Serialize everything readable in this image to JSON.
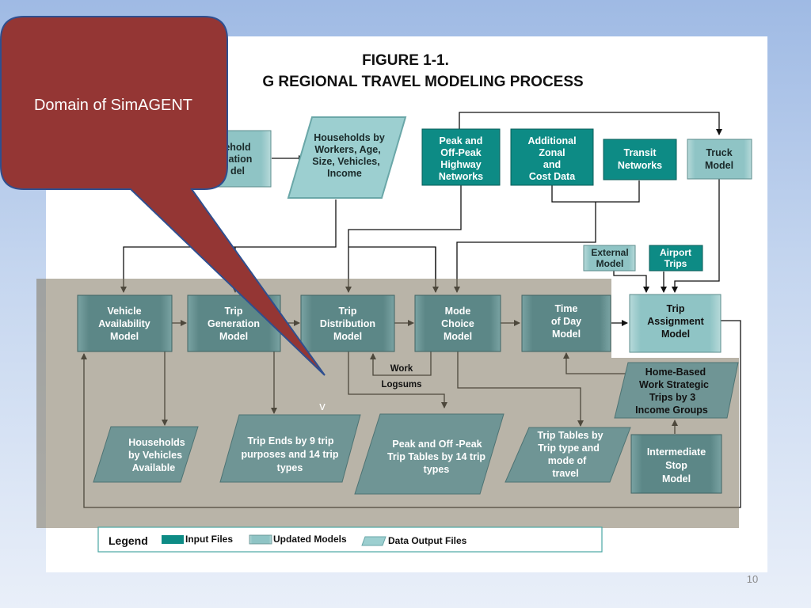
{
  "figure": {
    "title_line1": "FIGURE 1-1.",
    "title_line2": "G REGIONAL TRAVEL MODELING PROCESS"
  },
  "callout": {
    "text": "Domain of SimAGENT",
    "fill": "#943634",
    "stroke": "#2f4f8f"
  },
  "overlay_mark": "v",
  "colors": {
    "input_fill": "#0d8b85",
    "model_fill": "#8cc3c4",
    "model_dark_fill": "#5f8a8a",
    "output_fill": "#6f9595",
    "domain_overlay": "rgba(128,118,96,0.55)"
  },
  "boxes": {
    "household_location": {
      "lines": [
        "ehold",
        "cation",
        "del"
      ]
    },
    "households_by_workers": {
      "lines": [
        "Households by",
        "Workers, Age,",
        "Size, Vehicles,",
        "Income"
      ]
    },
    "highway_networks": {
      "lines": [
        "Peak and",
        "Off-Peak",
        "Highway",
        "Networks"
      ]
    },
    "zonal_cost": {
      "lines": [
        "Additional",
        "Zonal",
        "and",
        "Cost Data"
      ]
    },
    "transit_networks": {
      "lines": [
        "Transit",
        "Networks"
      ]
    },
    "truck_model": {
      "lines": [
        "Truck",
        "Model"
      ]
    },
    "external_model": {
      "lines": [
        "External",
        "Model"
      ]
    },
    "airport_trips": {
      "lines": [
        "Airport",
        "Trips"
      ]
    },
    "vehicle_availability": {
      "lines": [
        "Vehicle",
        "Availability",
        "Model"
      ]
    },
    "trip_generation": {
      "lines": [
        "Trip",
        "Generation",
        "Model"
      ]
    },
    "trip_distribution": {
      "lines": [
        "Trip",
        "Distribution",
        "Model"
      ]
    },
    "mode_choice": {
      "lines": [
        "Mode",
        "Choice",
        "Model"
      ]
    },
    "time_of_day": {
      "lines": [
        "Time",
        "of Day",
        "Model"
      ]
    },
    "trip_assignment": {
      "lines": [
        "Trip",
        "Assignment",
        "Model"
      ]
    },
    "work_logsums": {
      "lines": [
        "Work",
        "Logsums"
      ]
    },
    "home_based_work": {
      "lines": [
        "Home-Based",
        "Work Strategic",
        "Trips by 3",
        "Income Groups"
      ]
    },
    "intermediate_stop": {
      "lines": [
        "Intermediate",
        "Stop",
        "Model"
      ]
    },
    "households_by_vehicles": {
      "lines": [
        "Households",
        "by Vehicles",
        "Available"
      ]
    },
    "trip_ends": {
      "lines": [
        "Trip Ends by 9 trip",
        "purposes and 14 trip",
        "types"
      ]
    },
    "peak_offpeak_tables": {
      "lines": [
        "Peak and Off -Peak",
        "Trip Tables by 14 trip",
        "types"
      ]
    },
    "trip_tables_mode": {
      "lines": [
        "Trip Tables by",
        "Trip type and",
        "mode of",
        "travel"
      ]
    }
  },
  "legend": {
    "title": "Legend",
    "input_files": "Input Files",
    "updated_models": "Updated Models",
    "data_output_files": "Data Output Files"
  },
  "slide_number": "10"
}
